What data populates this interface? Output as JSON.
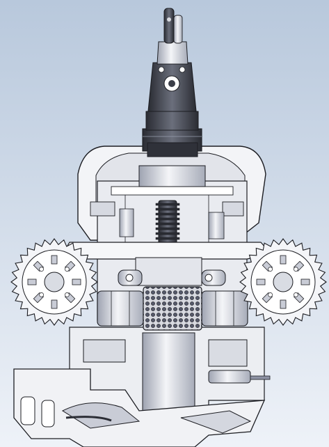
{
  "viewport": {
    "background_top": "#b8c8dc",
    "background_bottom": "#eef2f8",
    "part_light": "#f2f3f6",
    "part_mid": "#c9ccd6",
    "part_shade": "#8d92a3",
    "part_dark": "#3b3e48",
    "edge": "#1c1d22"
  },
  "model": {
    "parts": [
      "top-gripper",
      "gripper-hinge",
      "neck-housing",
      "rotary-collar",
      "upper-shroud",
      "left-sprocket",
      "right-sprocket",
      "central-frame",
      "drive-gear",
      "roller-cylinder",
      "left-motor",
      "right-motor",
      "lower-housing",
      "base-bracket"
    ]
  }
}
